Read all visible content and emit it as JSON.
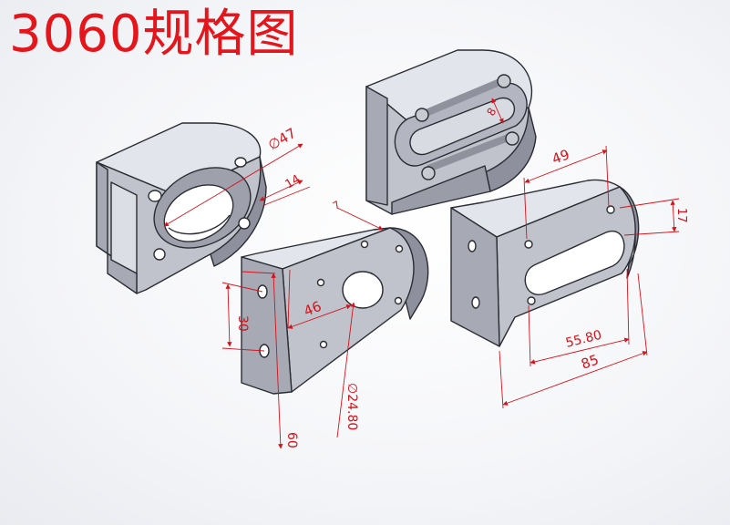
{
  "title": "3060规格图",
  "colors": {
    "title": "#e4161c",
    "dimension": "#d6121a",
    "face": "#c0c3cc",
    "top": "#e1e3ea",
    "side": "#8d909c",
    "edge": "#2b2c33"
  },
  "dimensions": {
    "diameter_47": "∅47",
    "d14": "14",
    "d7": "7",
    "d8": "8",
    "d46": "46",
    "d30": "30",
    "d60": "60",
    "diameter_24_80": "∅24.80",
    "d49": "49",
    "d17": "17",
    "d55_80": "55.80",
    "d85": "85"
  }
}
